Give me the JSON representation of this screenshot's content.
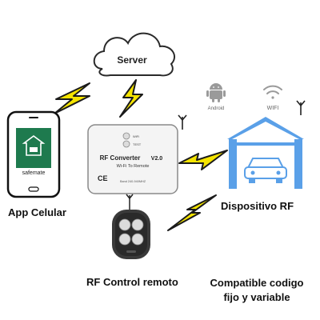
{
  "cloud": {
    "label": "Server"
  },
  "phone": {
    "app_name": "safemate",
    "caption": "App Celular"
  },
  "converter": {
    "title": "RF Converter",
    "version": "V2.0",
    "subtitle": "Wi-Fi To Remote",
    "ce_mark": "CE",
    "band": "Band 240-940MHZ",
    "led1": "WiFi",
    "led2": "TEST"
  },
  "garage": {
    "caption": "Dispositivo RF",
    "android_label": "Android",
    "wifi_label": "WIFI"
  },
  "remote": {
    "caption": "RF Control remoto"
  },
  "compat": {
    "line1": "Compatible codigo",
    "line2": "fijo y variable"
  },
  "colors": {
    "bolt": "#f5e400",
    "bolt_stroke": "#1a1a1a",
    "garage_blue": "#5aa0e8",
    "phone_green": "#1e7a4e",
    "remote_body": "#3a3a3a",
    "icon_gray": "#9a9a9a"
  }
}
